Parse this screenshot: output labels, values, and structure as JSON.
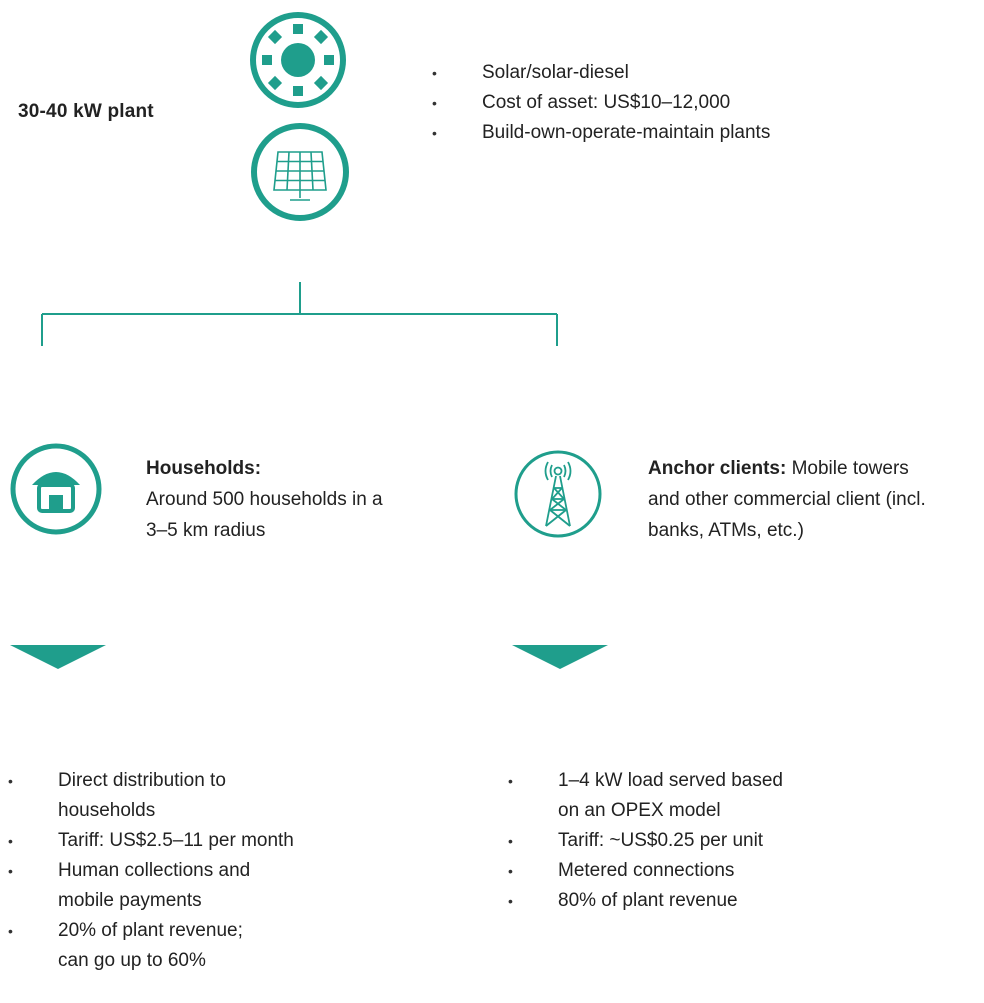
{
  "colors": {
    "accent": "#1f9e8c"
  },
  "plant": {
    "label": "30-40 kW plant",
    "icons": [
      "sun-icon",
      "solar-panel-icon"
    ],
    "bullets": [
      "Solar/solar-diesel",
      "Cost of asset: US$10–12,000",
      "Build-own-operate-maintain plants"
    ]
  },
  "households": {
    "icon": "house-icon",
    "heading": "Households:",
    "desc_line1": "Around 500 households in a",
    "desc_line2": "3–5 km radius",
    "bullets": [
      "Direct distribution to households",
      "Tariff: US$2.5–11 per month",
      "Human collections and mobile payments",
      "20% of plant revenue; can go up to 60%"
    ]
  },
  "anchor": {
    "icon": "radio-tower-icon",
    "heading": "Anchor clients:",
    "desc_line1_rest": " Mobile towers",
    "desc_line2": "and other commercial client (incl.",
    "desc_line3": "banks, ATMs, etc.)",
    "bullets": [
      "1–4 kW load served based on an OPEX model",
      "Tariff: ~US$0.25 per unit",
      "Metered connections",
      "80% of plant revenue"
    ]
  }
}
